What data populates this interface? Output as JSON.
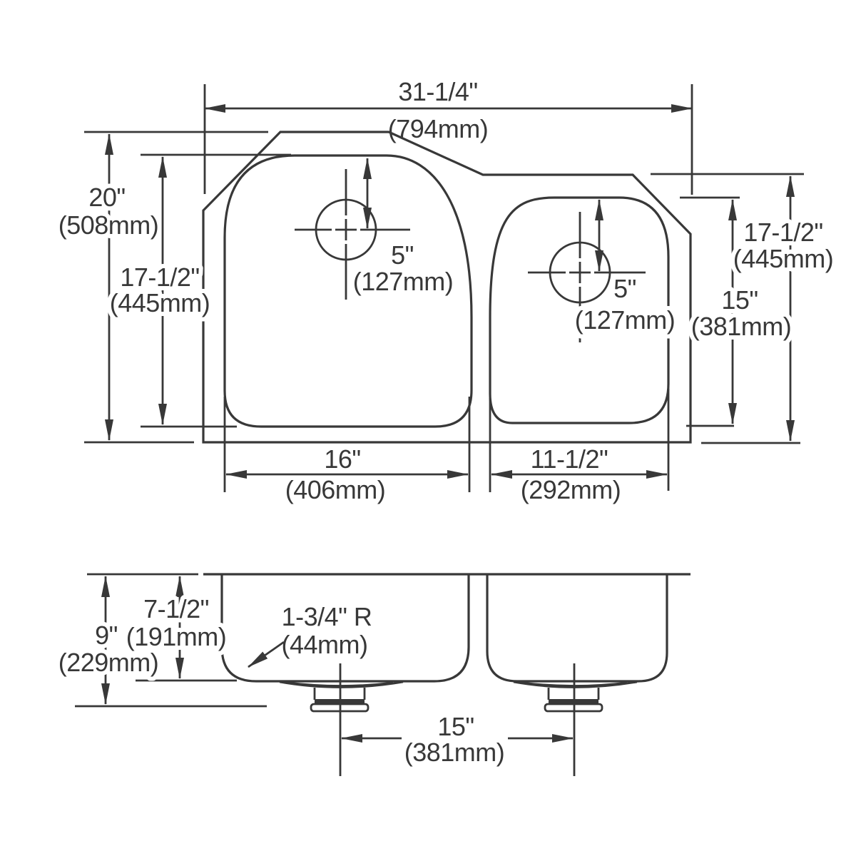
{
  "diagram": {
    "type": "technical-drawing",
    "subject": "double-bowl undermount sink dimensional drawing",
    "line_color": "#383838",
    "background": "#ffffff"
  },
  "dims": {
    "overall_width": {
      "in": "31-1/4\"",
      "mm": "(794mm)"
    },
    "overall_front_to_back": {
      "in": "20\"",
      "mm": "(508mm)"
    },
    "left_bowl_front_to_back": {
      "in": "17-1/2\"",
      "mm": "(445mm)"
    },
    "left_drain_offset": {
      "in": "5\"",
      "mm": "(127mm)"
    },
    "right_drain_offset": {
      "in": "5\"",
      "mm": "(127mm)"
    },
    "right_deck_front_to_back": {
      "in": "17-1/2\"",
      "mm": "(445mm)"
    },
    "right_bowl_front_to_back": {
      "in": "15\"",
      "mm": "(381mm)"
    },
    "left_bowl_width": {
      "in": "16\"",
      "mm": "(406mm)"
    },
    "right_bowl_width": {
      "in": "11-1/2\"",
      "mm": "(292mm)"
    },
    "overall_depth": {
      "in": "9\"",
      "mm": "(229mm)"
    },
    "bowl_depth": {
      "in": "7-1/2\"",
      "mm": "(191mm)"
    },
    "bottom_radius": {
      "in": "1-3/4\" R",
      "mm": "(44mm)"
    },
    "drain_spacing": {
      "in": "15\"",
      "mm": "(381mm)"
    }
  }
}
